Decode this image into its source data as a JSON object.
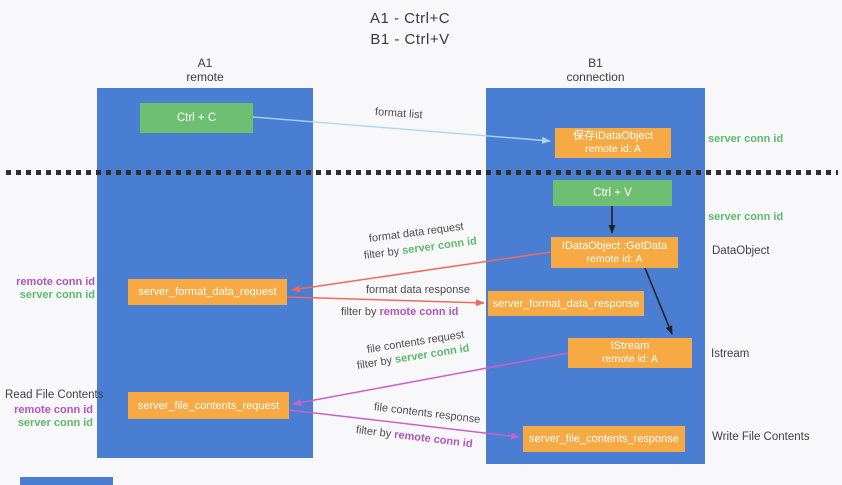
{
  "title": {
    "line1": "A1 - Ctrl+C",
    "line2": "B1 - Ctrl+V"
  },
  "lanes": {
    "left": {
      "name": "A1",
      "role": "remote"
    },
    "right": {
      "name": "B1",
      "role": "connection"
    }
  },
  "nodes": {
    "ctrl_c": {
      "label": "Ctrl + C"
    },
    "save_idataobject": {
      "label": "保存IDataObject",
      "sub": "remote id: A"
    },
    "ctrl_v": {
      "label": "Ctrl + V"
    },
    "getdata": {
      "label": "IDataObject::GetData",
      "sub": "remote id: A"
    },
    "format_request": {
      "label": "server_format_data_request"
    },
    "format_response": {
      "label": "server_format_data_response"
    },
    "istream": {
      "label": "IStream",
      "sub": "remote id: A"
    },
    "file_request": {
      "label": "server_file_contents_request"
    },
    "file_response": {
      "label": "server_file_contents_response"
    }
  },
  "edge_labels": {
    "format_list": "format list",
    "format_data_request": "format data request",
    "format_data_response": "format data response",
    "file_contents_request": "file contents request",
    "file_contents_response": "file contents response",
    "filter_by": "filter by",
    "server_conn_id": "server conn id",
    "remote_conn_id": "remote conn id"
  },
  "side_labels": {
    "server_conn_id": "server conn id",
    "remote_conn_id": "remote conn id",
    "dataobject": "DataObject",
    "istream": "Istream",
    "write_file_contents": "Write File Contents",
    "read_file_contents": "Read File Contents"
  },
  "colors": {
    "lane_blue": "#4a7ed3",
    "node_green": "#6fbf73",
    "node_orange": "#f7a944",
    "text_green": "#5bba6b",
    "text_purple": "#b055bf",
    "arrow_red": "#ed6a5f",
    "arrow_magenta": "#cd5fc8",
    "arrow_blue": "#a9d7f2",
    "arrow_black": "#222222"
  }
}
